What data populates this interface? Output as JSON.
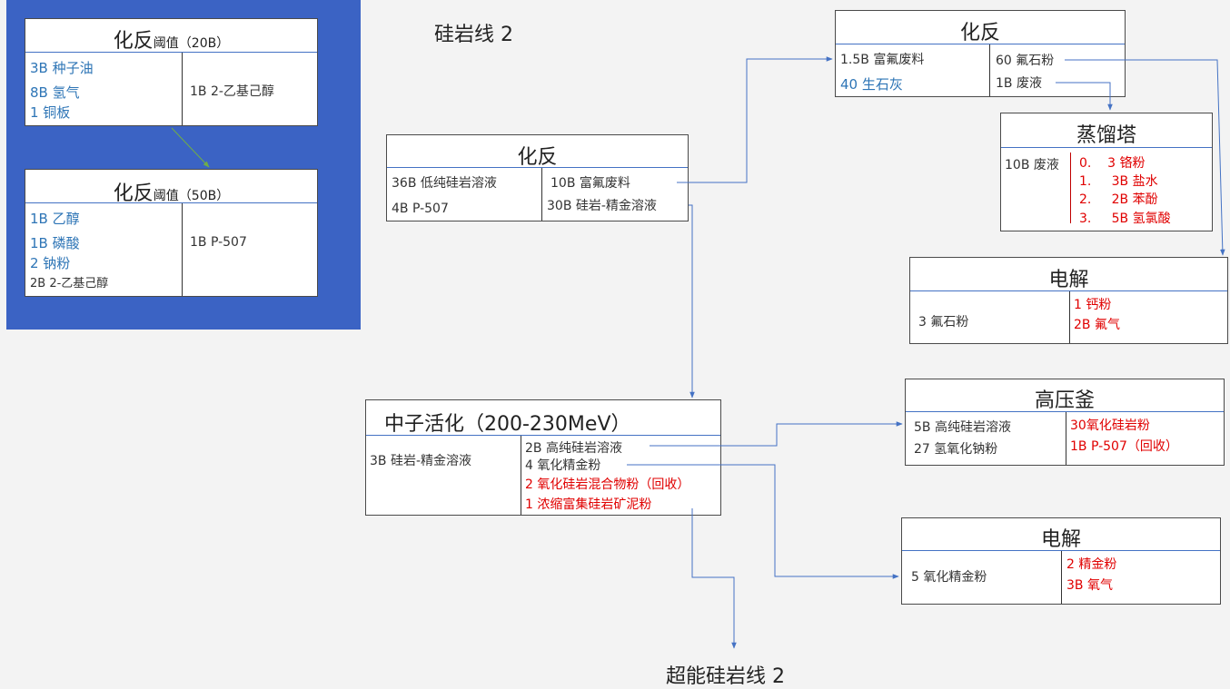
{
  "titles": {
    "line_title": "硅岩线 2",
    "next_line": "超能硅岩线 2"
  },
  "threshold_box_1": {
    "title": "化反",
    "threshold": "阈值（20B）",
    "inputs": [
      "3B 种子油",
      "8B 氢气",
      "1 铜板"
    ],
    "outputs": [
      "1B 2-乙基己醇"
    ]
  },
  "threshold_box_2": {
    "title": "化反",
    "threshold": "阈值（50B）",
    "inputs": [
      "1B 乙醇",
      "1B 磷酸",
      "2 钠粉"
    ],
    "input_extra": "2B 2-乙基己醇",
    "outputs": [
      "1B P-507"
    ]
  },
  "chem_reactor_main": {
    "title": "化反",
    "inputs": [
      "36B 低纯硅岩溶液",
      "4B P-507"
    ],
    "outputs": [
      "10B 富氟废料",
      "30B 硅岩-精金溶液"
    ]
  },
  "chem_reactor_top": {
    "title": "化反",
    "inputs": [
      "1.5B 富氟废料",
      "40 生石灰"
    ],
    "outputs": [
      "60 氟石粉",
      "1B 废液"
    ]
  },
  "distillation_tower": {
    "title": "蒸馏塔",
    "input": "10B 废液",
    "outputs": [
      "0.    3 铬粉",
      "1.     3B 盐水",
      "2.     2B 苯酚",
      "3.     5B 氢氯酸"
    ]
  },
  "electrolyzer_1": {
    "title": "电解",
    "input": "3 氟石粉",
    "outputs": [
      "1 钙粉",
      "2B 氟气"
    ]
  },
  "neutron_activator": {
    "title": "中子活化（200-230MeV）",
    "input": "3B 硅岩-精金溶液",
    "outputs": [
      "2B 高纯硅岩溶液",
      "4 氧化精金粉"
    ],
    "recycled_outputs": [
      "2 氧化硅岩混合物粉（回收）",
      "1 浓缩富集硅岩矿泥粉"
    ]
  },
  "autoclave": {
    "title": "高压釜",
    "inputs": [
      "5B 高纯硅岩溶液",
      "27 氢氧化钠粉"
    ],
    "outputs": [
      "30氧化硅岩粉",
      "1B P-507（回收）"
    ]
  },
  "electrolyzer_2": {
    "title": "电解",
    "input": "5 氧化精金粉",
    "outputs": [
      "2 精金粉",
      "3B 氧气"
    ]
  },
  "colors": {
    "background": "#f3f3f3",
    "panel_blue": "#3b63c4",
    "input_blue": "#2e75b6",
    "output_red": "#e00000",
    "connector": "#4472c4",
    "green_arrow": "#70ad47"
  }
}
